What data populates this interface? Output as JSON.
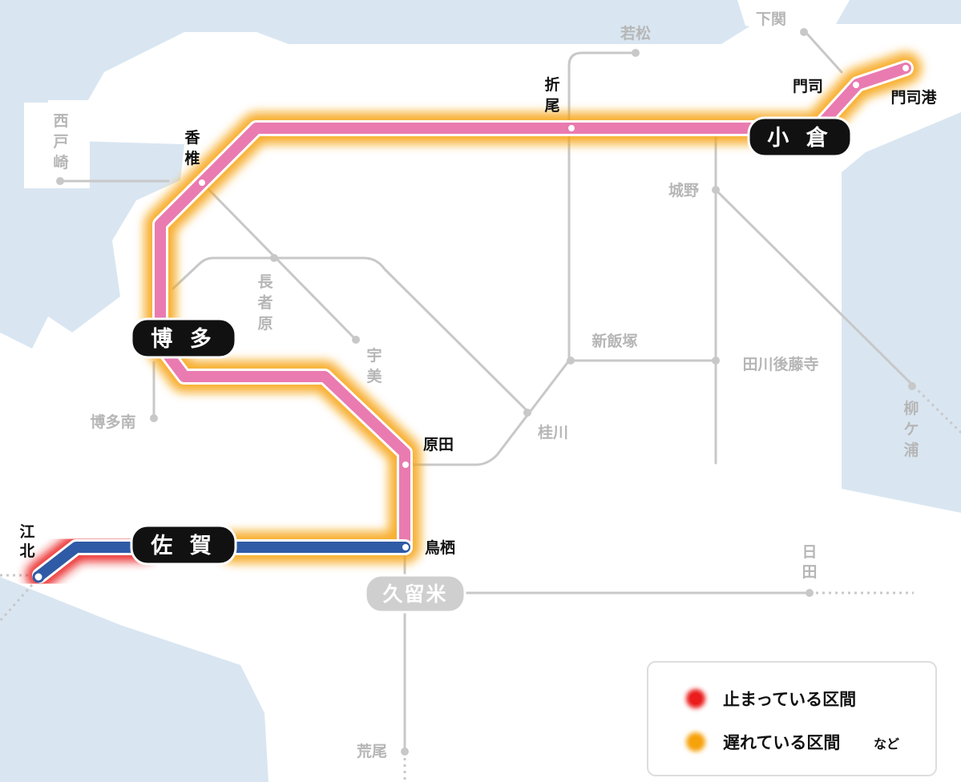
{
  "colors": {
    "sea": "#d9e6f1",
    "land": "#ffffff",
    "grayline": "#c8c8c8",
    "pink_line": "#e97bb0",
    "blue_line": "#2f5aa5",
    "orange_glow": "#f6a20b",
    "red_glow": "#ea1c1c",
    "badge_black": "#111111",
    "badge_gray": "#cfcfcf"
  },
  "major_stations": {
    "kokura": "小 倉",
    "hakata": "博 多",
    "saga": "佐 賀",
    "kurume": "久留米"
  },
  "stations_black": {
    "shimonoseki": "下関",
    "mojiko": "門司港",
    "moji": "門司",
    "orio": [
      "折",
      "尾"
    ],
    "kashii": [
      "香",
      "椎"
    ],
    "haruda": "原田",
    "tosu": "鳥栖",
    "kouhoku": [
      "江",
      "北"
    ]
  },
  "stations_gray": {
    "wakamatsu": "若松",
    "nishitozaki": [
      "西",
      "戸",
      "崎"
    ],
    "jono": "城野",
    "chojabaru": [
      "長",
      "者",
      "原"
    ],
    "umi": [
      "宇",
      "美"
    ],
    "shiniizuka": "新飯塚",
    "tagawagotoji": "田川後藤寺",
    "hakataminami": "博多南",
    "keisen": "桂川",
    "yanagigaura": [
      "柳",
      "ケ",
      "浦"
    ],
    "hita": [
      "日",
      "田"
    ],
    "arao": "荒尾"
  },
  "legend": {
    "stopped": "止まっている区間",
    "delayed": "遅れている区間",
    "etc": "など"
  }
}
